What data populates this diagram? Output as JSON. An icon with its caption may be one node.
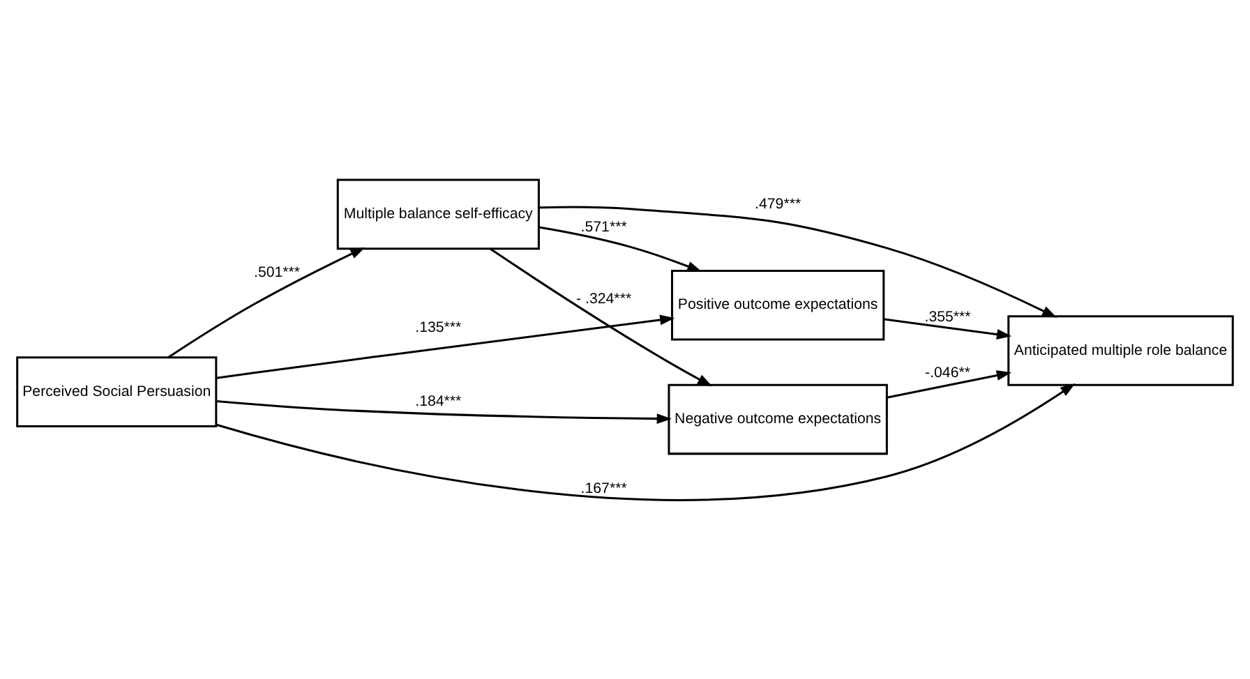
{
  "diagram": {
    "nodes": [
      {
        "text": [
          "Multiple balance self-efficacy"
        ]
      },
      {
        "text": [
          "Perceived Social Persuasion"
        ]
      },
      {
        "text": [
          "Anticipated multiple role balance"
        ]
      },
      {
        "text": [
          "Positive outcome expectations"
        ]
      },
      {
        "text": [
          "Negative outcome expectations"
        ]
      }
    ],
    "edges": [
      {
        "from": 1,
        "to": 2,
        "arrow": "to",
        "label": ".167***"
      },
      {
        "from": 1,
        "to": 0,
        "arrow": "to",
        "label": ".501***"
      },
      {
        "from": 0,
        "to": 2,
        "arrow": "to",
        "label": ".479***"
      },
      {
        "from": 0,
        "to": 3,
        "arrow": "to",
        "label": ".571***"
      },
      {
        "from": 0,
        "to": 4,
        "arrow": "to",
        "label": "- .324***"
      },
      {
        "from": 1,
        "to": 4,
        "arrow": "to",
        "label": ".184***"
      },
      {
        "from": 1,
        "to": 3,
        "arrow": "to",
        "label": ".135***"
      },
      {
        "from": 3,
        "to": 2,
        "arrow": "to",
        "label": ".355***"
      },
      {
        "from": 4,
        "to": 2,
        "arrow": "to",
        "label": "-.046**"
      }
    ]
  }
}
